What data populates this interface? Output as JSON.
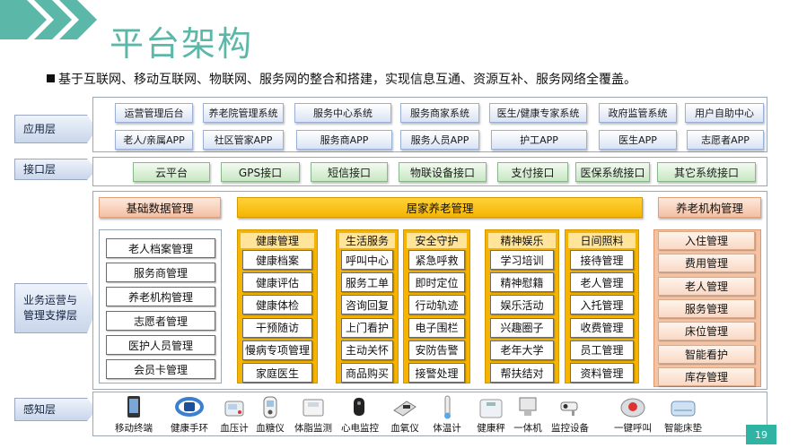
{
  "title": "平台架构",
  "subtitle": "基于互联网、移动互联网、物联网、服务网的整合和搭建，实现信息互通、资源互补、服务网络全覆盖。",
  "colors": {
    "teal": "#5bb8a9",
    "gold": "#f6b400",
    "peach": "#f4c3a4",
    "green_box": "#c9e7c3",
    "blue_box": "#d9e3f4"
  },
  "layers": {
    "application": "应用层",
    "interface": "接口层",
    "business": "业务运营与管理支撑层",
    "perception": "感知层"
  },
  "application_row1": [
    "运营管理后台",
    "养老院管理系统",
    "服务中心系统",
    "服务商家系统",
    "医生/健康专家系统",
    "政府监管系统",
    "用户自助中心"
  ],
  "application_row2": [
    "老人/亲属APP",
    "社区管家APP",
    "服务商APP",
    "服务人员APP",
    "护工APP",
    "医生APP",
    "志愿者APP"
  ],
  "interfaces": [
    "云平台",
    "GPS接口",
    "短信接口",
    "物联设备接口",
    "支付接口",
    "医保系统接口",
    "其它系统接口"
  ],
  "basic": {
    "title": "基础数据管理",
    "items": [
      "老人档案管理",
      "服务商管理",
      "养老机构管理",
      "志愿者管理",
      "医护人员管理",
      "会员卡管理"
    ]
  },
  "home_care": {
    "title": "居家养老管理"
  },
  "columns": [
    {
      "title": "健康管理",
      "items": [
        "健康档案",
        "健康评估",
        "健康体检",
        "干预随访",
        "慢病专项管理",
        "家庭医生"
      ]
    },
    {
      "title": "生活服务",
      "items": [
        "呼叫中心",
        "服务工单",
        "咨询回复",
        "上门看护",
        "主动关怀",
        "商品购买"
      ]
    },
    {
      "title": "安全守护",
      "items": [
        "紧急呼救",
        "即时定位",
        "行动轨迹",
        "电子围栏",
        "安防告警",
        "接警处理"
      ]
    },
    {
      "title": "精神娱乐",
      "items": [
        "学习培训",
        "精神慰籍",
        "娱乐活动",
        "兴趣圈子",
        "老年大学",
        "帮扶结对"
      ]
    },
    {
      "title": "日间照料",
      "items": [
        "接待管理",
        "老人管理",
        "入托管理",
        "收费管理",
        "员工管理",
        "资料管理"
      ]
    }
  ],
  "institution": {
    "title": "养老机构管理",
    "items": [
      "入住管理",
      "费用管理",
      "老人管理",
      "服务管理",
      "床位管理",
      "智能看护",
      "库存管理"
    ]
  },
  "devices": [
    {
      "label": "移动终端",
      "icon": "phone-icon"
    },
    {
      "label": "健康手环",
      "icon": "wristband-icon"
    },
    {
      "label": "血压计",
      "icon": "blood-pressure-icon"
    },
    {
      "label": "血糖仪",
      "icon": "glucose-meter-icon"
    },
    {
      "label": "体脂监测",
      "icon": "body-fat-scale-icon"
    },
    {
      "label": "心电监控",
      "icon": "ecg-monitor-icon"
    },
    {
      "label": "血氧仪",
      "icon": "oximeter-icon"
    },
    {
      "label": "体温计",
      "icon": "thermometer-icon"
    },
    {
      "label": "健康秤",
      "icon": "health-scale-icon"
    },
    {
      "label": "一体机",
      "icon": "all-in-one-icon"
    },
    {
      "label": "监控设备",
      "icon": "camera-icon"
    },
    {
      "label": "一键呼叫",
      "icon": "call-button-icon"
    },
    {
      "label": "智能床垫",
      "icon": "smart-mattress-icon"
    }
  ],
  "page_number": "19"
}
